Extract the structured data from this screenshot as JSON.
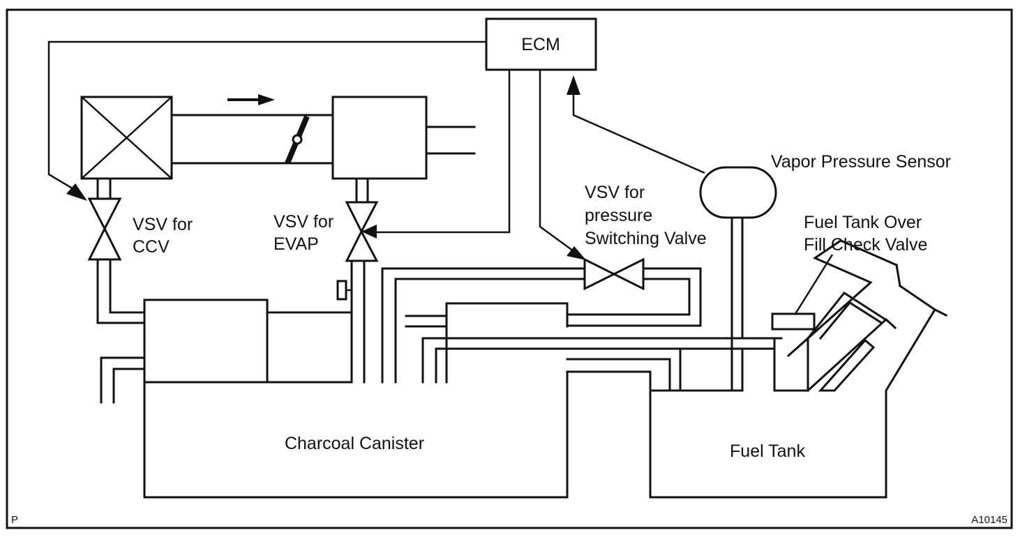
{
  "labels": {
    "ecm": "ECM",
    "vsv_ccv_line1": "VSV for",
    "vsv_ccv_line2": "CCV",
    "vsv_evap_line1": "VSV for",
    "vsv_evap_line2": "EVAP",
    "vsv_pressure_line1": "VSV for",
    "vsv_pressure_line2": "pressure",
    "vsv_pressure_line3": "Switching Valve",
    "vapor_pressure_sensor": "Vapor Pressure Sensor",
    "overfill_line1": "Fuel Tank Over",
    "overfill_line2": "Fill Check Valve",
    "charcoal_canister": "Charcoal Canister",
    "fuel_tank": "Fuel Tank",
    "corner_left": "P",
    "corner_right": "A10145"
  }
}
